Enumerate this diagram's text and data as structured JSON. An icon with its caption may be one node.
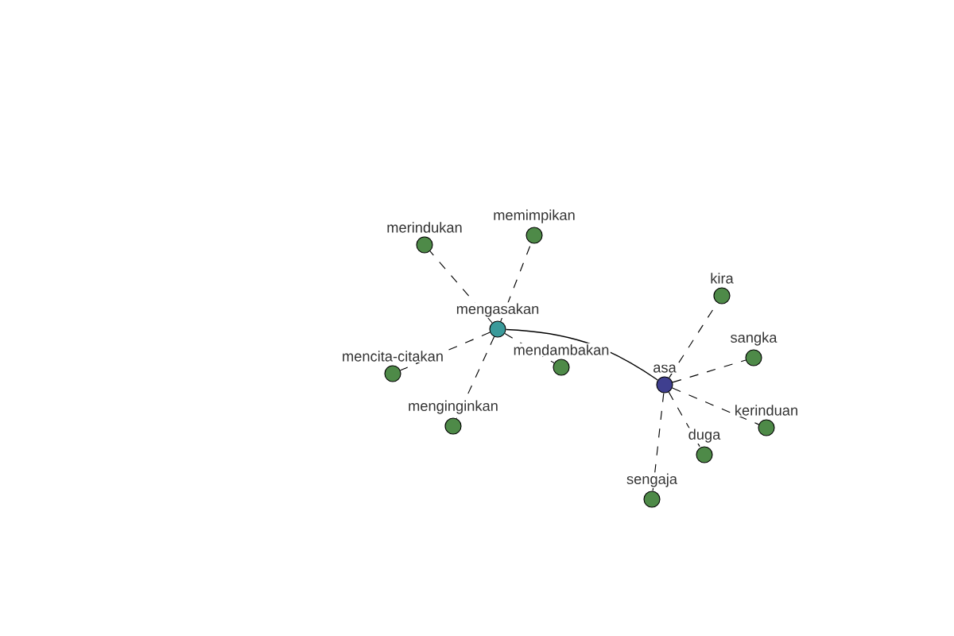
{
  "diagram": {
    "nodes": [
      {
        "text": [
          "mengasakan"
        ]
      },
      {
        "text": [
          "asa"
        ]
      },
      {
        "text": [
          "merindukan"
        ]
      },
      {
        "text": [
          "memimpikan"
        ]
      },
      {
        "text": [
          "mencita-citakan"
        ]
      },
      {
        "text": [
          "menginginkan"
        ]
      },
      {
        "text": [
          "mendambakan"
        ]
      },
      {
        "text": [
          "kira"
        ]
      },
      {
        "text": [
          "sangka"
        ]
      },
      {
        "text": [
          "kerinduan"
        ]
      },
      {
        "text": [
          "duga"
        ]
      },
      {
        "text": [
          "sengaja"
        ]
      }
    ],
    "edges": [
      {
        "from": 0,
        "to": 1,
        "arrow": "none"
      },
      {
        "from": 0,
        "to": 2,
        "arrow": "none",
        "style": "dashed"
      },
      {
        "from": 0,
        "to": 3,
        "arrow": "none",
        "style": "dashed"
      },
      {
        "from": 0,
        "to": 4,
        "arrow": "none",
        "style": "dashed"
      },
      {
        "from": 0,
        "to": 5,
        "arrow": "none",
        "style": "dashed"
      },
      {
        "from": 0,
        "to": 6,
        "arrow": "none",
        "style": "dashed"
      },
      {
        "from": 1,
        "to": 7,
        "arrow": "none",
        "style": "dashed"
      },
      {
        "from": 1,
        "to": 8,
        "arrow": "none",
        "style": "dashed"
      },
      {
        "from": 1,
        "to": 9,
        "arrow": "none",
        "style": "dashed"
      },
      {
        "from": 1,
        "to": 10,
        "arrow": "none",
        "style": "dashed"
      },
      {
        "from": 1,
        "to": 11,
        "arrow": "none",
        "style": "dashed"
      }
    ]
  }
}
